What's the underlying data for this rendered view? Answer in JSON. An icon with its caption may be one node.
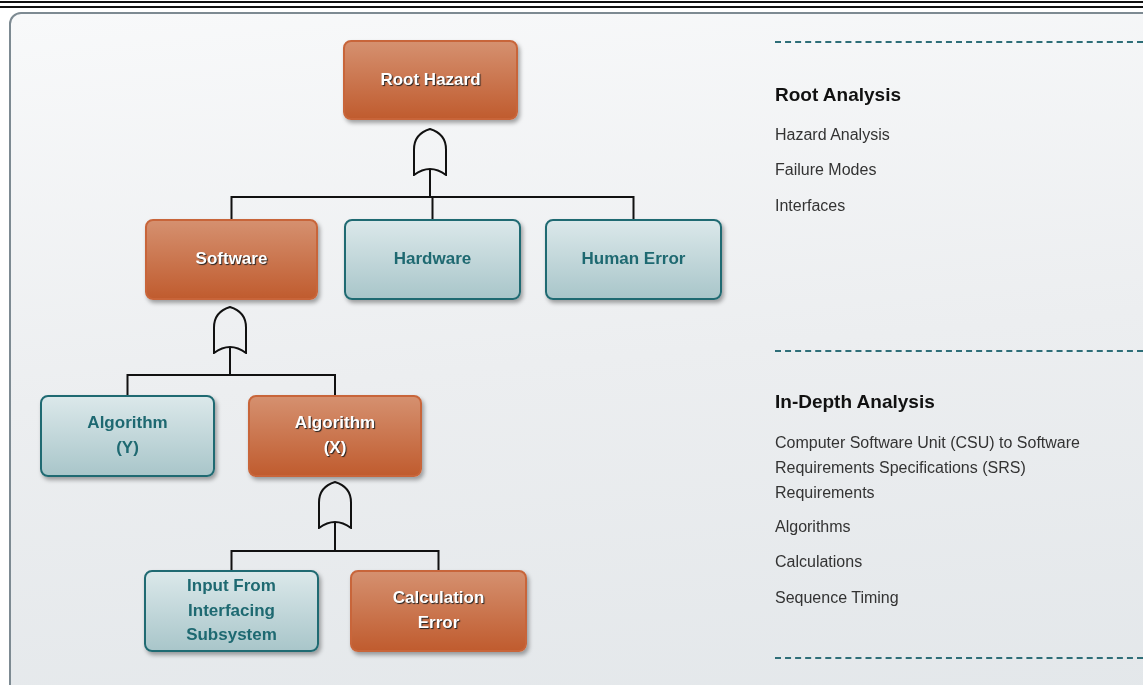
{
  "diagram": {
    "nodes": [
      {
        "text": [
          "Root Hazard"
        ]
      },
      {
        "text": [],
        "shape": "gate"
      },
      {
        "text": [
          "Software"
        ]
      },
      {
        "text": [
          "Hardware"
        ]
      },
      {
        "text": [
          "Human Error"
        ]
      },
      {
        "text": [],
        "shape": "gate"
      },
      {
        "text": [
          "Algorithm (Y)"
        ]
      },
      {
        "text": [
          "Algorithm (X)"
        ]
      },
      {
        "text": [],
        "shape": "gate"
      },
      {
        "text": [
          "Input From Interfacing Subsystem"
        ]
      },
      {
        "text": [
          "Calculation Error"
        ]
      }
    ],
    "edges": [
      {
        "from": 2,
        "to": 1,
        "arrow": "none"
      },
      {
        "from": 3,
        "to": 1,
        "arrow": "none"
      },
      {
        "from": 4,
        "to": 1,
        "arrow": "none"
      },
      {
        "from": 6,
        "to": 5,
        "arrow": "none"
      },
      {
        "from": 7,
        "to": 5,
        "arrow": "none"
      },
      {
        "from": 9,
        "to": 8,
        "arrow": "none"
      },
      {
        "from": 10,
        "to": 8,
        "arrow": "none"
      }
    ],
    "labels": [
      "Root Analysis",
      "Hazard Analysis",
      "Failure Modes",
      "Interfaces",
      "In-Depth Analysis",
      "Computer Software Unit (CSU) to Software Requirements Specifications (SRS) Requirements",
      "Algorithms",
      "Calculations",
      "Sequence Timing"
    ]
  }
}
